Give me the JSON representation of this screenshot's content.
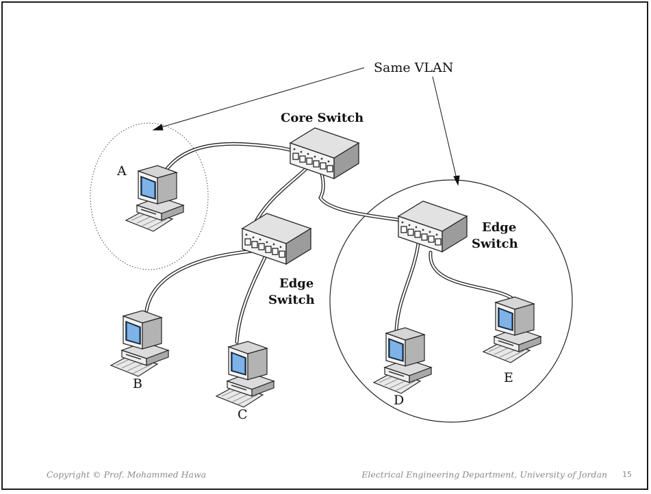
{
  "diagram": {
    "vlan_label": "Same VLAN",
    "core_switch_label": "Core Switch",
    "edge_switch_1_label": [
      "Edge",
      "Switch"
    ],
    "edge_switch_2_label": [
      "Edge",
      "Switch"
    ],
    "hosts": [
      "A",
      "B",
      "C",
      "D",
      "E"
    ]
  },
  "footer": {
    "copyright": "Copyright © Prof. Mohammed Hawa",
    "department": "Electrical Engineering Department, University of Jordan",
    "page_number": "15"
  }
}
